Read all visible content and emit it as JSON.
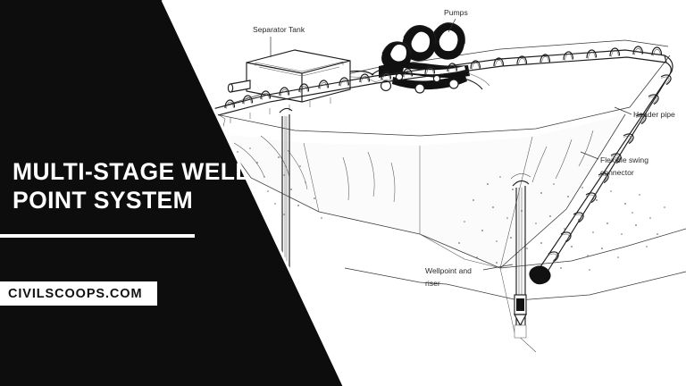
{
  "page": {
    "background_color": "#ffffff",
    "panel_color": "#0d0d0d",
    "accent_color": "#ffffff"
  },
  "title_panel": {
    "headline": "Multi-Stage Well Point System",
    "brand": "CIVILSCOOPS.COM"
  },
  "diagram": {
    "type": "technical-line-drawing",
    "subject": "Multi-stage wellpoint dewatering system around an excavation",
    "labels": [
      {
        "id": "separator-tank",
        "text": "Separator Tank"
      },
      {
        "id": "pumps",
        "text": "Pumps"
      },
      {
        "id": "header-pipe",
        "text": "Header pipe"
      },
      {
        "id": "flexible-swing-connector",
        "line1": "Flexible swing",
        "line2": "connector"
      },
      {
        "id": "wellpoint-riser",
        "line1": "Wellpoint and",
        "line2": "riser"
      }
    ],
    "components": [
      "separator tank",
      "pump set",
      "header pipe ring",
      "flexible swing connectors",
      "wellpoint risers",
      "excavation slope",
      "stippled soil"
    ]
  }
}
